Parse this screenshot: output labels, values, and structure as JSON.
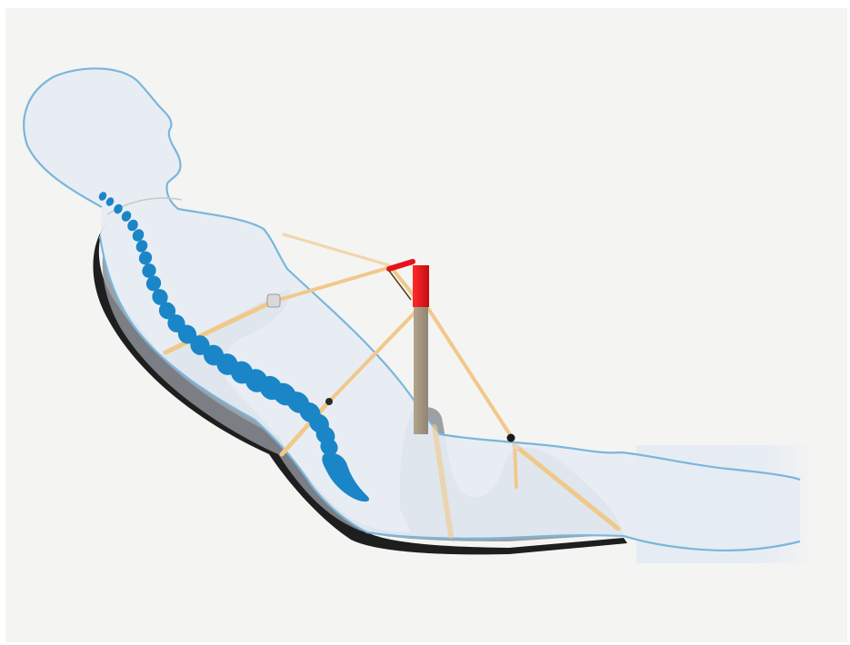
{
  "colors": {
    "page": "#ffffff",
    "panel": "#f4f4f2",
    "body_fill": "#e6ecf4",
    "body_outline": "#7ab6dc",
    "spine": "#1a86c8",
    "frame": "#8c8f96",
    "frame_edge": "#1e1e1e",
    "strap": "#f0c98a",
    "post": "#9a8f7c",
    "actuator": "#e8121a"
  },
  "parts": [
    {
      "name": "human-body-silhouette"
    },
    {
      "name": "spine-vertebrae"
    },
    {
      "name": "support-frame"
    },
    {
      "name": "vertical-post"
    },
    {
      "name": "red-actuator"
    },
    {
      "name": "cable-straps"
    },
    {
      "name": "pivot-joints"
    }
  ]
}
